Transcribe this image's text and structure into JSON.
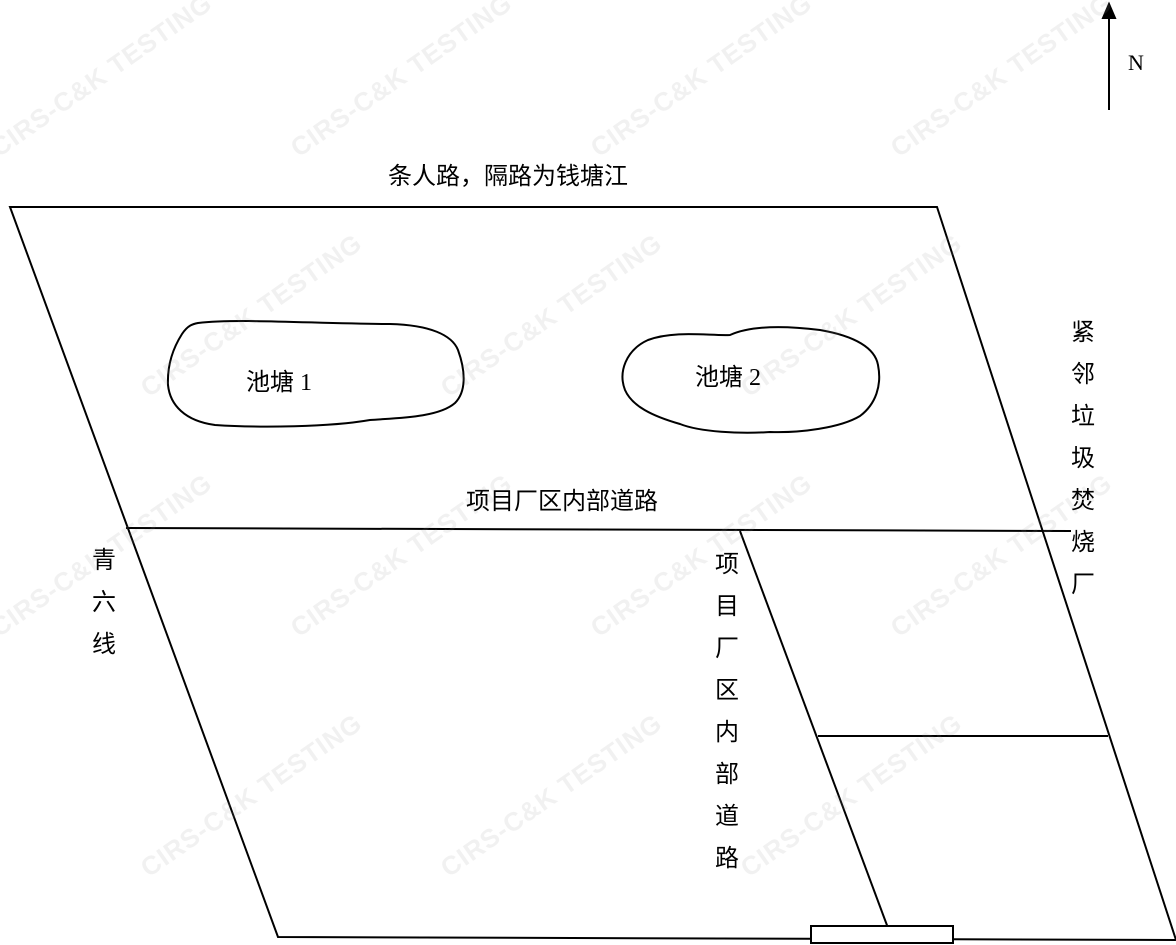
{
  "north_label": "N",
  "top_road_label": "条人路，隔路为钱塘江",
  "pond1_label": "池塘 1",
  "pond2_label": "池塘 2",
  "inner_road_horizontal_label": "项目厂区内部道路",
  "inner_road_vertical_label": "项目厂区内部道路",
  "west_road_label": "青六线",
  "east_neighbor_label": "紧邻垃圾焚烧厂",
  "watermark_text": "CIRS-C&K TESTING"
}
